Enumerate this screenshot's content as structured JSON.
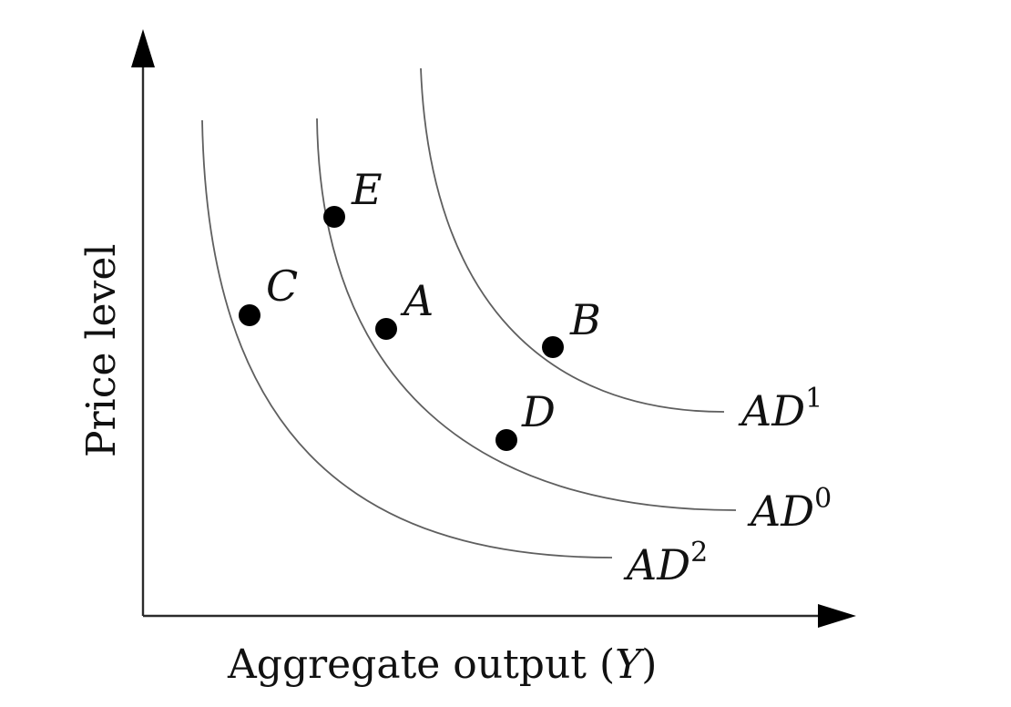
{
  "axes": {
    "y_label": "Price level",
    "x_label_prefix": "Aggregate output (",
    "x_label_var": "Y",
    "x_label_suffix": ")"
  },
  "curves": [
    {
      "name": "AD",
      "superscript": "2"
    },
    {
      "name": "AD",
      "superscript": "0"
    },
    {
      "name": "AD",
      "superscript": "1"
    }
  ],
  "points": [
    {
      "label": "C",
      "curve": "AD2"
    },
    {
      "label": "E",
      "curve": "AD0"
    },
    {
      "label": "A",
      "curve": "AD0"
    },
    {
      "label": "D",
      "curve": "AD0"
    },
    {
      "label": "B",
      "curve": "AD1"
    }
  ]
}
